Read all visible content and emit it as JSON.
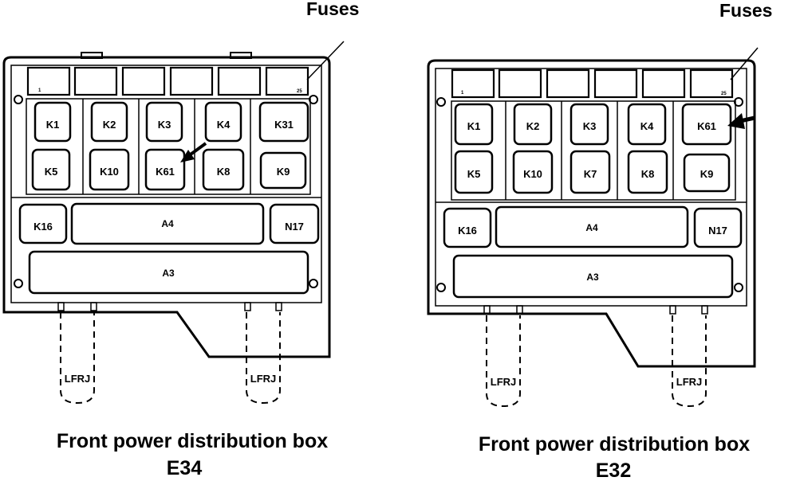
{
  "diagrams": [
    {
      "fuses_label": "Fuses",
      "caption_line1": "Front power distribution box",
      "caption_line2": "E34",
      "fuse_first": "1",
      "fuse_last": "25",
      "relays_top": [
        "K1",
        "K2",
        "K3",
        "K4",
        "K31"
      ],
      "relays_bottom": [
        "K5",
        "K10",
        "K61",
        "K8",
        "K9"
      ],
      "relay_left": "K16",
      "relay_right": "N17",
      "module_a4": "A4",
      "module_a3": "A3",
      "connector_label": "LFRJ"
    },
    {
      "fuses_label": "Fuses",
      "caption_line1": "Front power distribution box",
      "caption_line2": "E32",
      "fuse_first": "1",
      "fuse_last": "25",
      "relays_top": [
        "K1",
        "K2",
        "K3",
        "K4",
        "K61"
      ],
      "relays_bottom": [
        "K5",
        "K10",
        "K7",
        "K8",
        "K9"
      ],
      "relay_left": "K16",
      "relay_right": "N17",
      "module_a4": "A4",
      "module_a3": "A3",
      "connector_label": "LFRJ"
    }
  ]
}
